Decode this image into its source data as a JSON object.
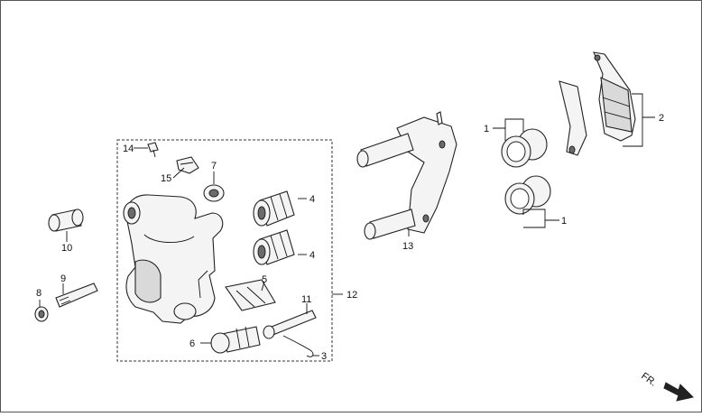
{
  "callouts": {
    "c1a": "1",
    "c1b": "1",
    "c2": "2",
    "c3": "3",
    "c4a": "4",
    "c4b": "4",
    "c5": "5",
    "c6": "6",
    "c7": "7",
    "c8": "8",
    "c9": "9",
    "c10": "10",
    "c11": "11",
    "c12": "12",
    "c13": "13",
    "c14": "14",
    "c15": "15"
  },
  "direction": {
    "label": "FR."
  }
}
